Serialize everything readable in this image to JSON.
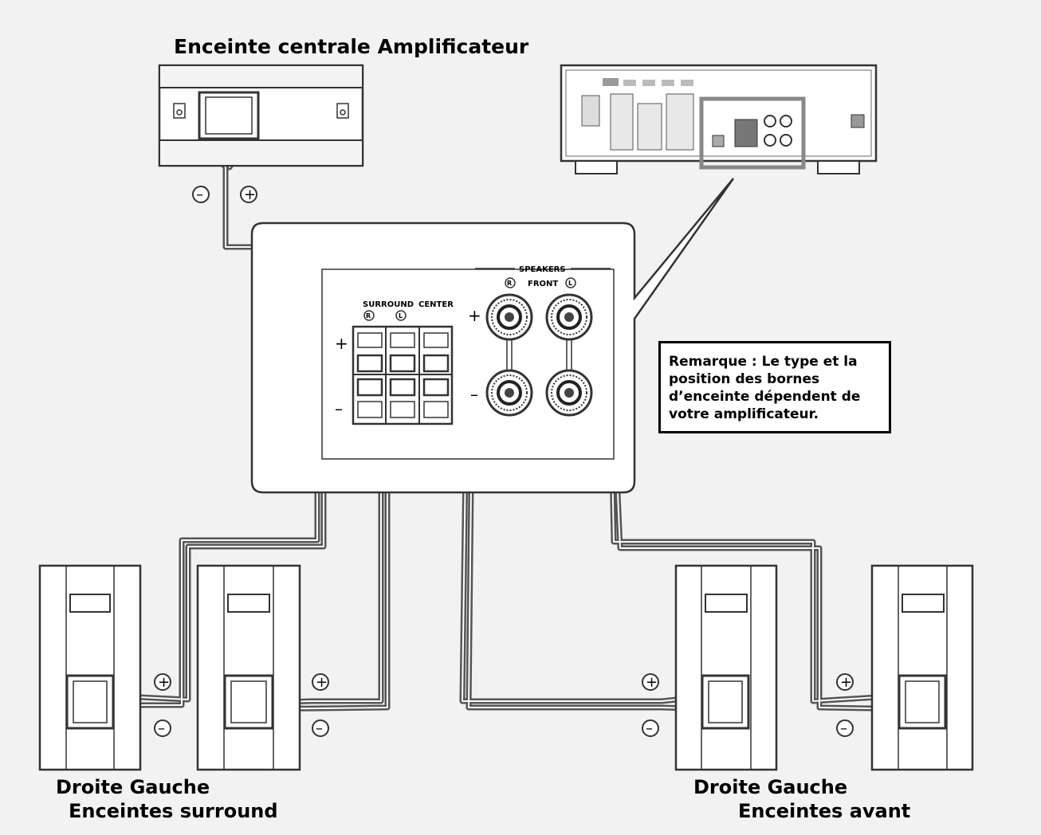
{
  "center_speaker": {
    "title": "Enceinte centrale Amplificateur"
  },
  "amplifier_panel": {
    "speakers_label": "SPEAKERS",
    "front_label": "FRONT",
    "surround_label": "SURROUND",
    "center_label": "CENTER",
    "right_channel_mark": "R",
    "left_channel_mark": "L",
    "plus_sign": "+",
    "minus_sign": "–"
  },
  "note": {
    "text": "Remarque : Le type et la position des bornes d’enceinte dépendent de votre amplificateur."
  },
  "terminal_marks": {
    "plus": "+",
    "minus": "–"
  },
  "surround_group": {
    "line1": "Droite Gauche",
    "line2": "Enceintes surround"
  },
  "front_group": {
    "line1": "Droite Gauche",
    "line2": "Enceintes avant"
  },
  "colors": {
    "background": "#f2f2f2",
    "panel": "#ffffff",
    "stroke": "#333333",
    "cable": "#555555"
  }
}
